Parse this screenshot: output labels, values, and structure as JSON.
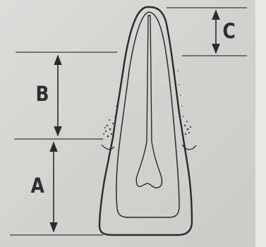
{
  "labels": {
    "a": "A",
    "b": "B",
    "c": "C"
  },
  "colors": {
    "background": "#d2d2d0",
    "line": "#2b2b2b",
    "label": "#2f2f2f"
  }
}
